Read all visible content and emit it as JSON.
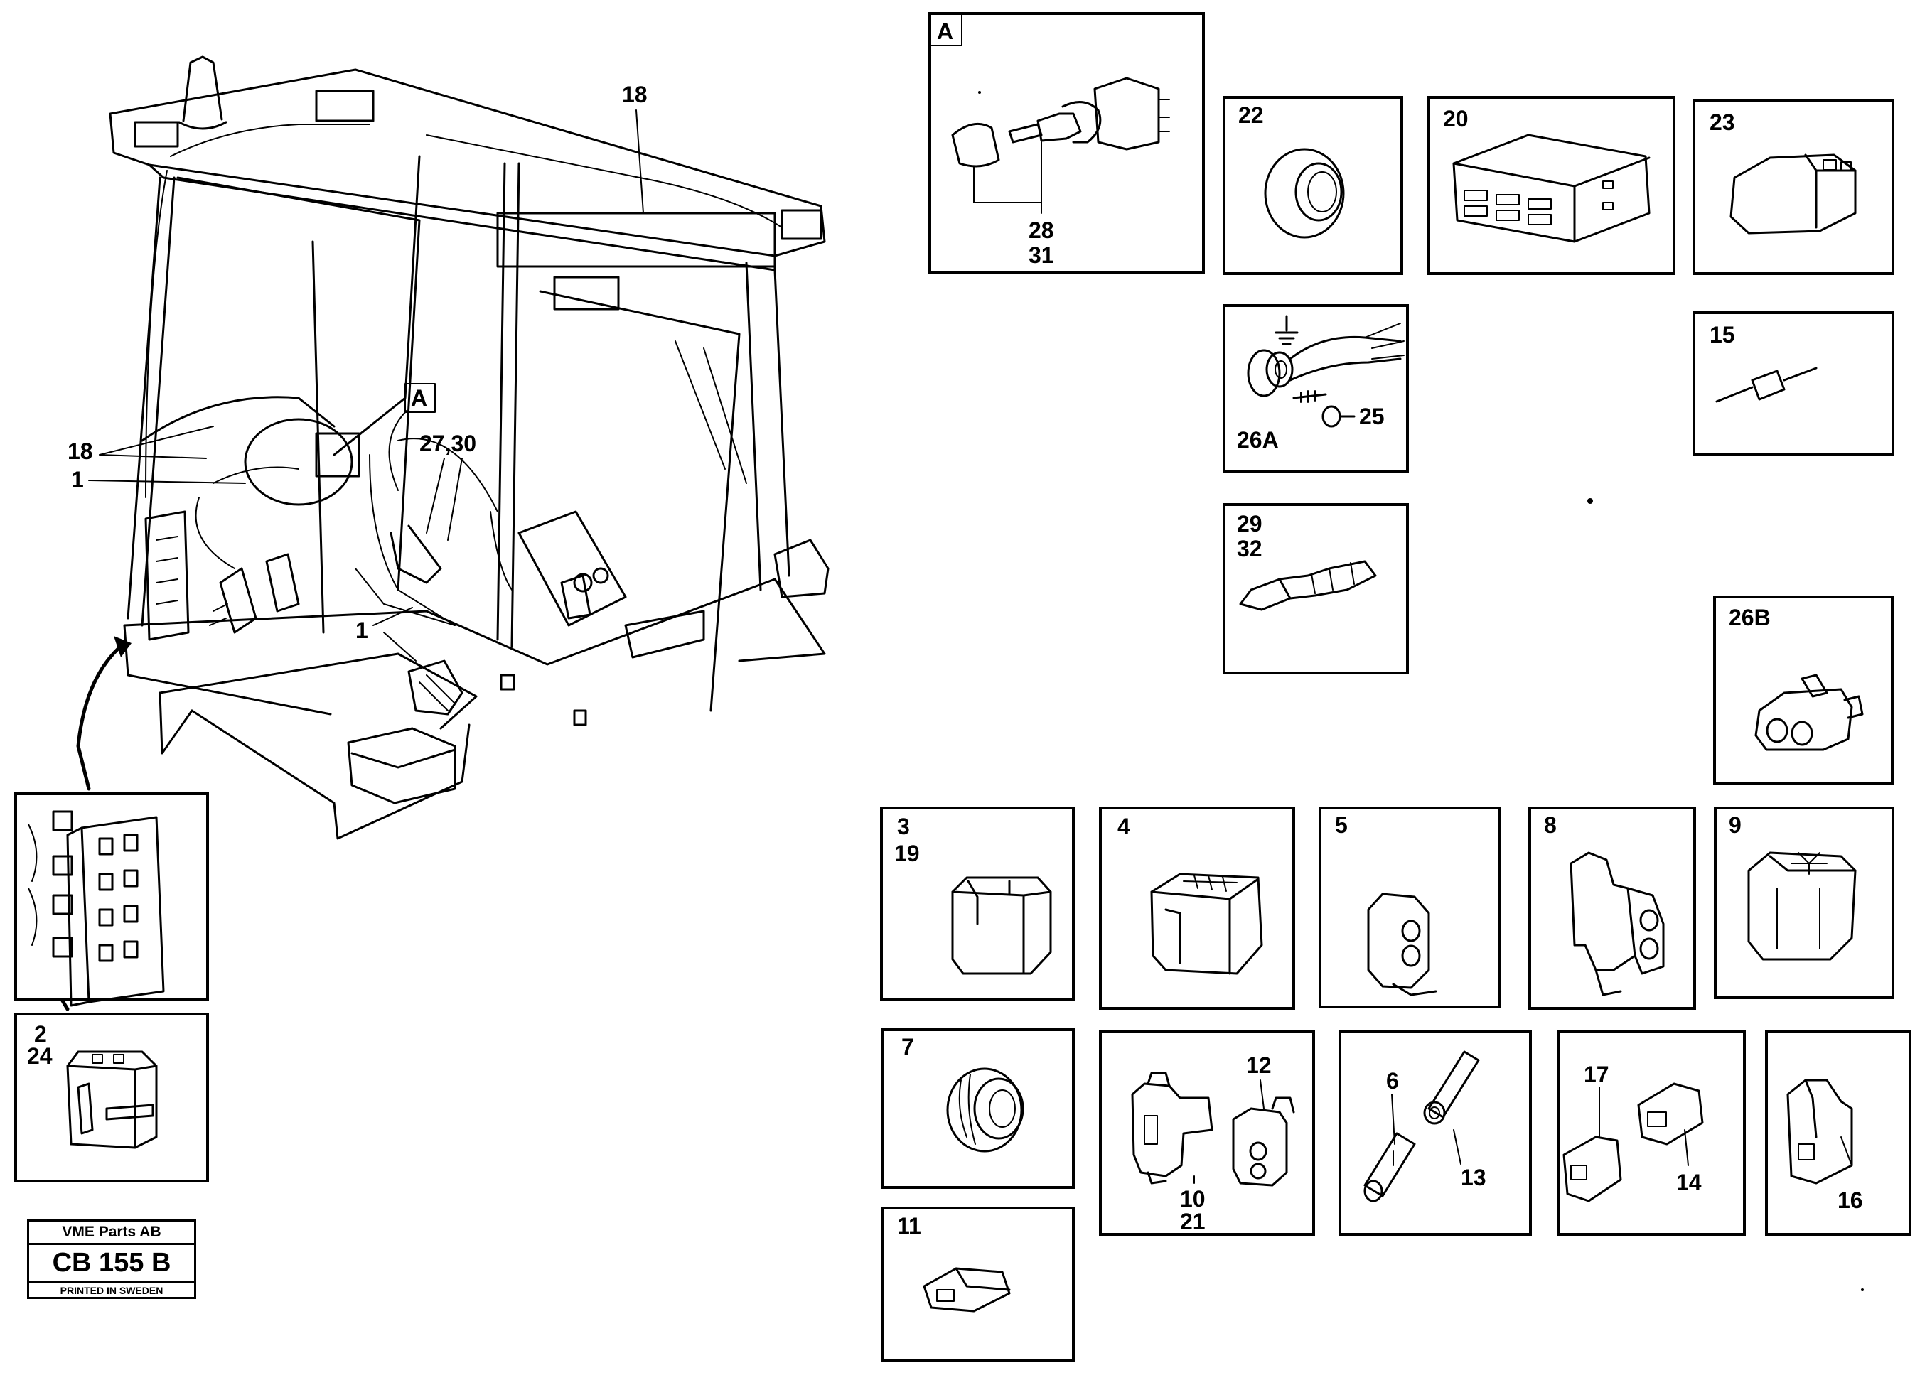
{
  "callouts": {
    "c18_top": "18",
    "c18_left": "18",
    "c1_left": "1",
    "c1_bottom": "1",
    "cA_main": "A",
    "c27_30": "27,30",
    "c2": "2",
    "c24": "24"
  },
  "panels": {
    "A": {
      "tag": "A",
      "l1": "28",
      "l2": "31"
    },
    "p22": "22",
    "p20": "20",
    "p23": "23",
    "p26a": {
      "l1": "26A",
      "l2": "25"
    },
    "p15": "15",
    "p29": {
      "l1": "29",
      "l2": "32"
    },
    "p26b": "26B",
    "p3": {
      "l1": "3",
      "l2": "19"
    },
    "p4": "4",
    "p5": "5",
    "p8": "8",
    "p9": "9",
    "p7": "7",
    "p10": {
      "a": "12",
      "b": "10",
      "c": "21"
    },
    "p6": {
      "a": "6",
      "b": "13"
    },
    "p17": {
      "a": "17",
      "b": "14"
    },
    "p16": "16",
    "p11": "11"
  },
  "tag": {
    "company": "VME Parts AB",
    "code": "CB 155 B",
    "printed": "PRINTED IN SWEDEN"
  },
  "icons": [
    "ground-symbol-icon"
  ]
}
